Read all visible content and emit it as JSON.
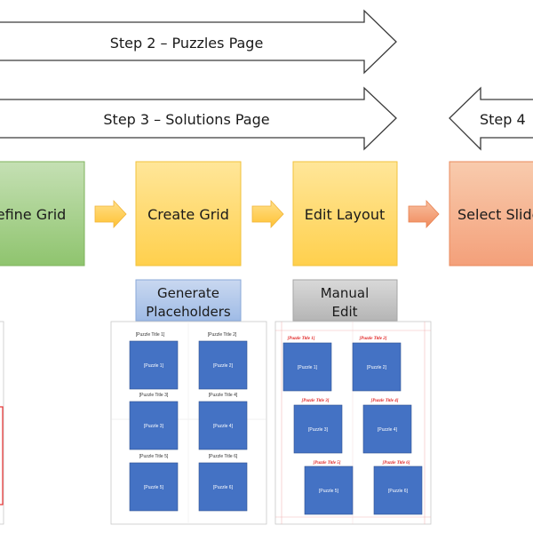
{
  "arrows": {
    "step2": "Step 2 – Puzzles Page",
    "step3": "Step 3 – Solutions Page",
    "step4": "Step 4"
  },
  "boxes": {
    "define_grid": "efine Grid",
    "create_grid": "Create Grid",
    "edit_layout": "Edit Layout",
    "select_slides": "Select Slide"
  },
  "sub_boxes": {
    "generate_line1": "Generate",
    "generate_line2": "Placeholders",
    "manual_line1": "Manual",
    "manual_line2": "Edit"
  },
  "page_a": {
    "titles": [
      "[Puzzle Title 1]",
      "[Puzzle Title 2]",
      "[Puzzle Title 3]",
      "[Puzzle Title 4]",
      "[Puzzle Title 5]",
      "[Puzzle Title 6]"
    ],
    "puzzles": [
      "[Puzzle 1]",
      "[Puzzle 2]",
      "[Puzzle 3]",
      "[Puzzle 4]",
      "[Puzzle 5]",
      "[Puzzle 6]"
    ]
  },
  "page_b": {
    "titles": [
      "[Puzzle Title 1]",
      "[Puzzle Title 2]",
      "[Puzzle Title 3]",
      "[Puzzle Title 4]",
      "[Puzzle Title 5]",
      "[Puzzle Title 6]"
    ],
    "puzzles": [
      "[Puzzle 1]",
      "[Puzzle 2]",
      "[Puzzle 3]",
      "[Puzzle 4]",
      "[Puzzle 5]",
      "[Puzzle 6]"
    ]
  },
  "colors": {
    "green": "#a9d18e",
    "orange": "#ffd966",
    "salmon": "#f4b183",
    "blue_fill": "#4472c4",
    "light_blue": "#b4c7e7",
    "gray": "#bfbfbf"
  }
}
